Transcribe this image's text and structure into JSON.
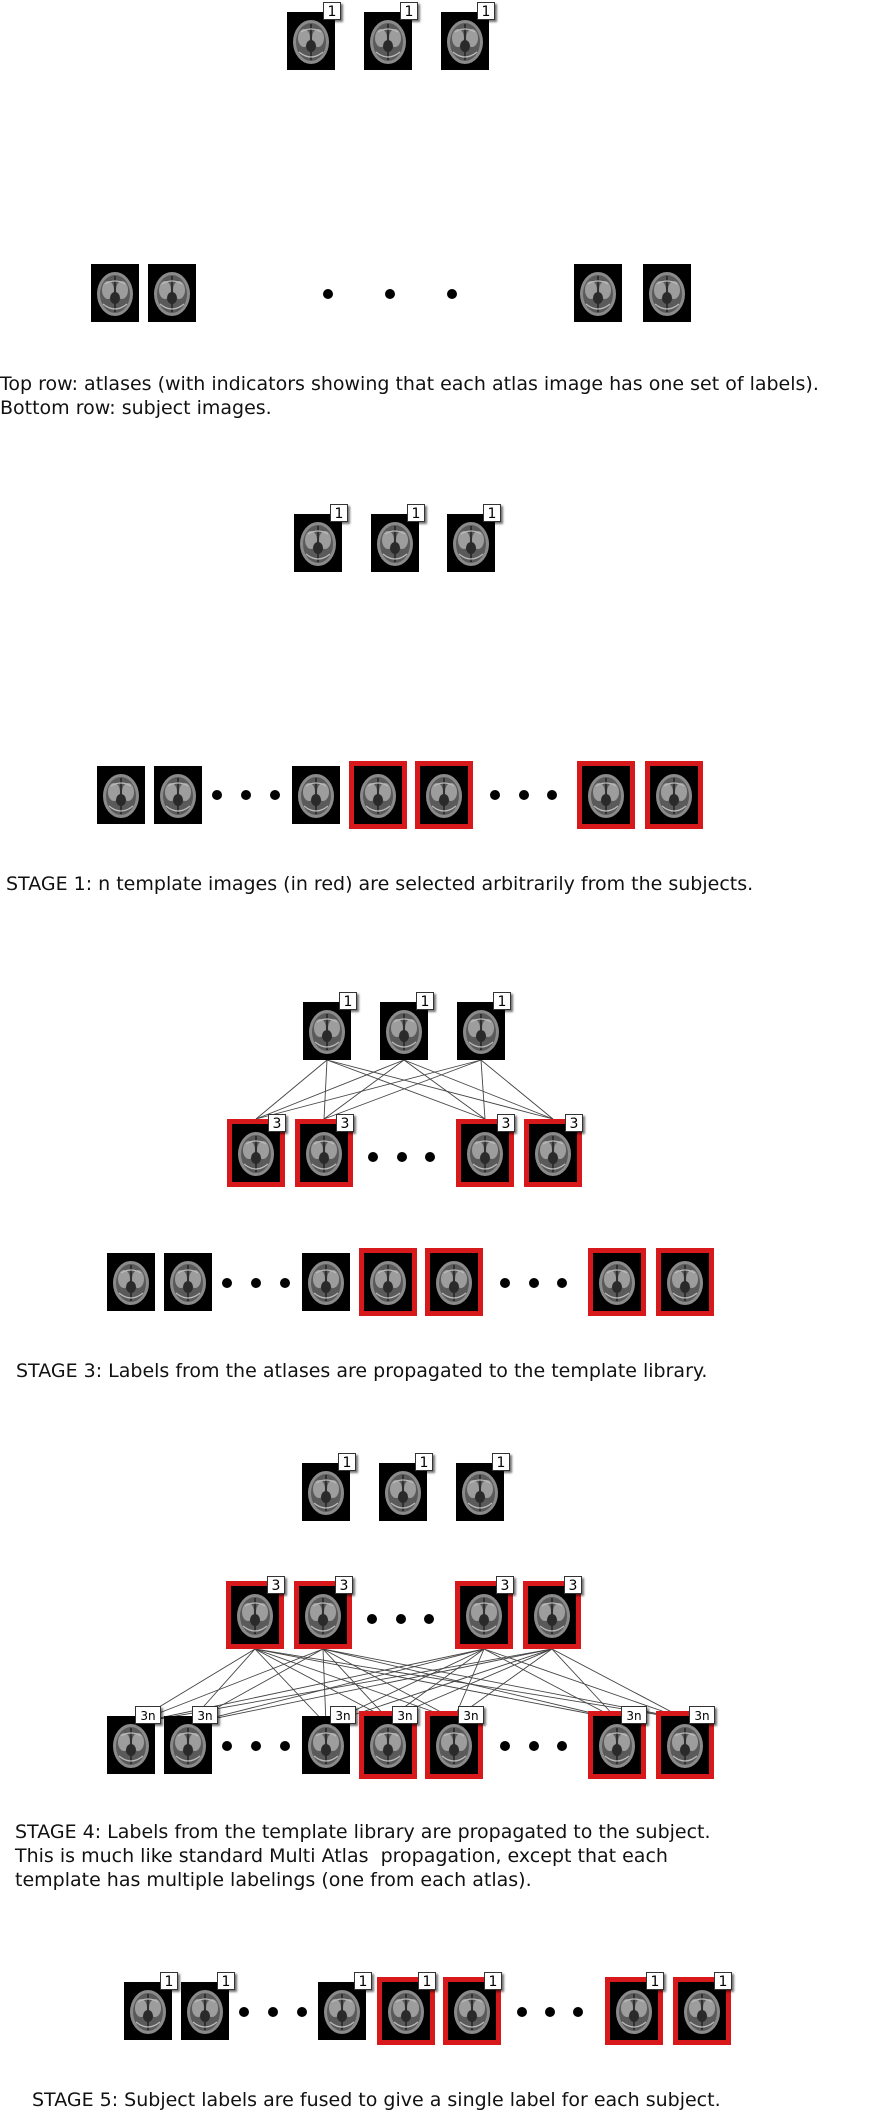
{
  "badges": {
    "atlas": "1",
    "template": "3",
    "subject_multi": "3n",
    "fused": "1"
  },
  "captions": {
    "intro_line1": "Top row: atlases (with indicators showing that each atlas image has one set of labels).",
    "intro_line2": "Bottom row: subject images.",
    "stage1": "STAGE 1: n template images (in red) are selected arbitrarily from the subjects.",
    "stage3": "STAGE 3: Labels from the atlases are propagated to the template library.",
    "stage4_line1": "STAGE 4: Labels from the template library are propagated to the subject.",
    "stage4_line2": "This is much like standard Multi Atlas  propagation, except that each",
    "stage4_line3": "template has multiple labelings (one from each atlas).",
    "stage5": "STAGE 5: Subject labels are fused to give a single label for each subject."
  },
  "colors": {
    "template_border": "#d7191c",
    "image_bg": "#000000",
    "line": "#444444"
  }
}
